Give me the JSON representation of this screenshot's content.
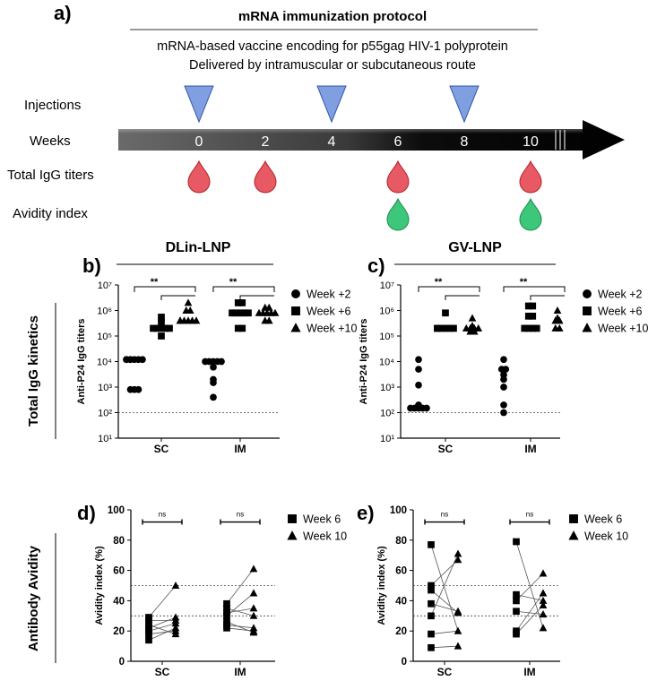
{
  "panels": {
    "a": {
      "label": "a)",
      "title": "mRNA immunization protocol",
      "subtitle_line1": "mRNA-based vaccine encoding for p55gag HIV-1 polyprotein",
      "subtitle_line2": "Delivered by intramuscular or subcutaneous route",
      "row_labels": [
        "Injections",
        "Weeks",
        "Total IgG titers",
        "Avidity index"
      ],
      "weeks": [
        "0",
        "2",
        "4",
        "6",
        "8",
        "10"
      ],
      "injection_weeks": [
        0,
        4,
        8
      ],
      "igg_weeks": [
        0,
        2,
        6,
        10
      ],
      "avidity_weeks": [
        6,
        10
      ],
      "colors": {
        "injection": "#7f9fe0",
        "igg_drop": "#e85a63",
        "avidity_drop": "#3cc77a",
        "arrow": "#111111"
      }
    },
    "b": {
      "label": "b)",
      "title": "DLin-LNP"
    },
    "c": {
      "label": "c)",
      "title": "GV-LNP"
    },
    "d": {
      "label": "d)"
    },
    "e": {
      "label": "e)"
    }
  },
  "side_labels": {
    "igg": "Total IgG kinetics",
    "avidity": "Antibody Avidity"
  },
  "chart_data": [
    {
      "id": "b",
      "type": "scatter",
      "title": "DLin-LNP",
      "ylabel": "Anti-P24 IgG titers",
      "yscale": "log",
      "ylim": [
        10,
        10000000
      ],
      "yticks": [
        "10¹",
        "10²",
        "10³",
        "10⁴",
        "10⁵",
        "10⁶",
        "10⁷"
      ],
      "categories": [
        "SC",
        "IM"
      ],
      "reference_line": 100,
      "significance": [
        "**",
        "**"
      ],
      "series": [
        {
          "name": "Week +2",
          "marker": "circle",
          "values": [
            [
              12000,
              12000,
              12000,
              12000,
              12000,
              12000,
              12000,
              800,
              800,
              800
            ],
            [
              10000,
              10000,
              10000,
              10000,
              10000,
              6000,
              2000,
              1500,
              400
            ]
          ]
        },
        {
          "name": "Week +6",
          "marker": "square",
          "values": [
            [
              200000,
              200000,
              200000,
              200000,
              200000,
              350000,
              550000,
              100000
            ],
            [
              800000,
              800000,
              800000,
              800000,
              800000,
              2000000,
              2000000,
              200000,
              200000
            ]
          ]
        },
        {
          "name": "Week +10",
          "marker": "triangle",
          "values": [
            [
              400000,
              400000,
              400000,
              400000,
              400000,
              400000,
              2000000,
              1000000,
              1000000
            ],
            [
              800000,
              800000,
              800000,
              800000,
              800000,
              1300000,
              1300000,
              400000,
              400000
            ]
          ]
        }
      ]
    },
    {
      "id": "c",
      "type": "scatter",
      "title": "GV-LNP",
      "ylabel": "Anti-P24 IgG titers",
      "yscale": "log",
      "ylim": [
        10,
        10000000
      ],
      "yticks": [
        "10¹",
        "10²",
        "10³",
        "10⁴",
        "10⁵",
        "10⁶",
        "10⁷"
      ],
      "categories": [
        "SC",
        "IM"
      ],
      "reference_line": 100,
      "significance": [
        "**",
        "**"
      ],
      "series": [
        {
          "name": "Week +2",
          "marker": "circle",
          "values": [
            [
              12000,
              5000,
              1200,
              200,
              150,
              150,
              150,
              150,
              150
            ],
            [
              12000,
              5000,
              5000,
              3000,
              2000,
              1000,
              200,
              100
            ]
          ]
        },
        {
          "name": "Week +6",
          "marker": "square",
          "values": [
            [
              800000,
              200000,
              200000,
              200000,
              200000,
              200000,
              200000
            ],
            [
              1500000,
              1500000,
              600000,
              600000,
              200000,
              200000,
              200000,
              200000
            ]
          ]
        },
        {
          "name": "Week +10",
          "marker": "triangle",
          "values": [
            [
              500000,
              250000,
              200000,
              200000,
              200000,
              200000,
              150000,
              150000
            ],
            [
              1000000,
              500000,
              400000,
              400000,
              200000,
              200000
            ]
          ]
        }
      ]
    },
    {
      "id": "d",
      "type": "scatter",
      "ylabel": "Avidity index (%)",
      "ylim": [
        0,
        100
      ],
      "yticks": [
        "0",
        "20",
        "40",
        "60",
        "80",
        "100"
      ],
      "categories": [
        "SC",
        "IM"
      ],
      "reference_lines": [
        30,
        50
      ],
      "significance": [
        "ns",
        "ns"
      ],
      "series": [
        {
          "name": "Week 6",
          "marker": "square",
          "values": [
            [
              14,
              18,
              20,
              22,
              24,
              27,
              29
            ],
            [
              22,
              24,
              26,
              30,
              32,
              35,
              38
            ]
          ]
        },
        {
          "name": "Week 10",
          "marker": "triangle",
          "values": [
            [
              18,
              20,
              22,
              25,
              27,
              29,
              50
            ],
            [
              19,
              20,
              22,
              30,
              35,
              45,
              61
            ]
          ]
        }
      ],
      "pairs": [
        [
          [
            14,
            22
          ],
          [
            18,
            20
          ],
          [
            20,
            25
          ],
          [
            22,
            29
          ],
          [
            24,
            18
          ],
          [
            27,
            27
          ],
          [
            29,
            50
          ]
        ],
        [
          [
            22,
            20
          ],
          [
            24,
            22
          ],
          [
            26,
            19
          ],
          [
            30,
            45
          ],
          [
            32,
            35
          ],
          [
            35,
            30
          ],
          [
            38,
            61
          ]
        ]
      ]
    },
    {
      "id": "e",
      "type": "scatter",
      "ylabel": "Avidity index (%)",
      "ylim": [
        0,
        100
      ],
      "yticks": [
        "0",
        "20",
        "40",
        "60",
        "80",
        "100"
      ],
      "categories": [
        "SC",
        "IM"
      ],
      "reference_lines": [
        30,
        50
      ],
      "significance": [
        "ns",
        "ns"
      ],
      "series": [
        {
          "name": "Week 6",
          "marker": "square",
          "values": [
            [
              9,
              18,
              30,
              38,
              47,
              50,
              77
            ],
            [
              18,
              20,
              33,
              40,
              44,
              79
            ]
          ]
        },
        {
          "name": "Week 10",
          "marker": "triangle",
          "values": [
            [
              10,
              20,
              32,
              33,
              67,
              71
            ],
            [
              22,
              31,
              37,
              40,
              45,
              58
            ]
          ]
        }
      ],
      "pairs": [
        [
          [
            9,
            10
          ],
          [
            18,
            20
          ],
          [
            30,
            71
          ],
          [
            38,
            33
          ],
          [
            47,
            32
          ],
          [
            50,
            67
          ],
          [
            77,
            20
          ]
        ],
        [
          [
            18,
            37
          ],
          [
            20,
            45
          ],
          [
            33,
            31
          ],
          [
            40,
            58
          ],
          [
            44,
            40
          ],
          [
            79,
            22
          ]
        ]
      ]
    }
  ]
}
